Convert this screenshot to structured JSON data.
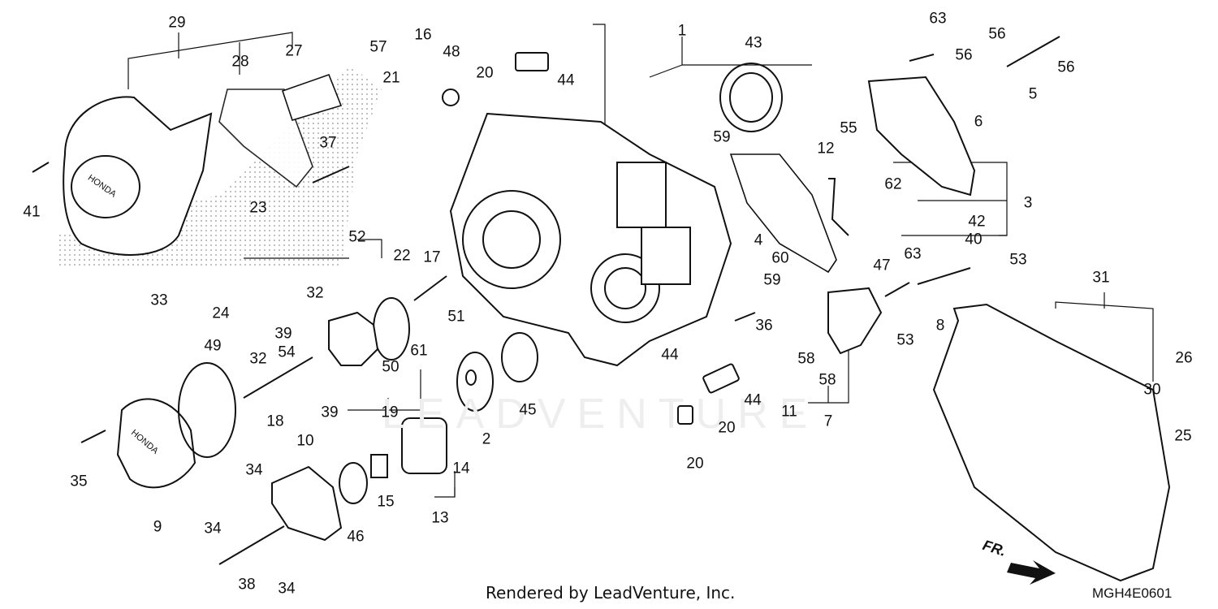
{
  "footer_text": "Rendered by LeadVenture, Inc.",
  "diagram_code": "MGH4E0601",
  "watermark_text": "LEADVENTURE",
  "front_marker": "FR.",
  "engraving": "HONDA",
  "callouts": [
    "29",
    "27",
    "57",
    "28",
    "16",
    "48",
    "21",
    "20",
    "44",
    "1",
    "43",
    "63",
    "56",
    "56",
    "56",
    "5",
    "41",
    "37",
    "59",
    "55",
    "12",
    "62",
    "6",
    "3",
    "23",
    "52",
    "22",
    "42",
    "40",
    "4",
    "47",
    "60",
    "17",
    "53",
    "59",
    "63",
    "33",
    "24",
    "32",
    "32",
    "39",
    "54",
    "50",
    "61",
    "51",
    "36",
    "8",
    "53",
    "31",
    "49",
    "18",
    "39",
    "19",
    "44",
    "2",
    "45",
    "20",
    "44",
    "11",
    "58",
    "58",
    "7",
    "26",
    "30",
    "25",
    "35",
    "9",
    "10",
    "34",
    "34",
    "38",
    "34",
    "46",
    "15",
    "13",
    "14",
    "20"
  ]
}
